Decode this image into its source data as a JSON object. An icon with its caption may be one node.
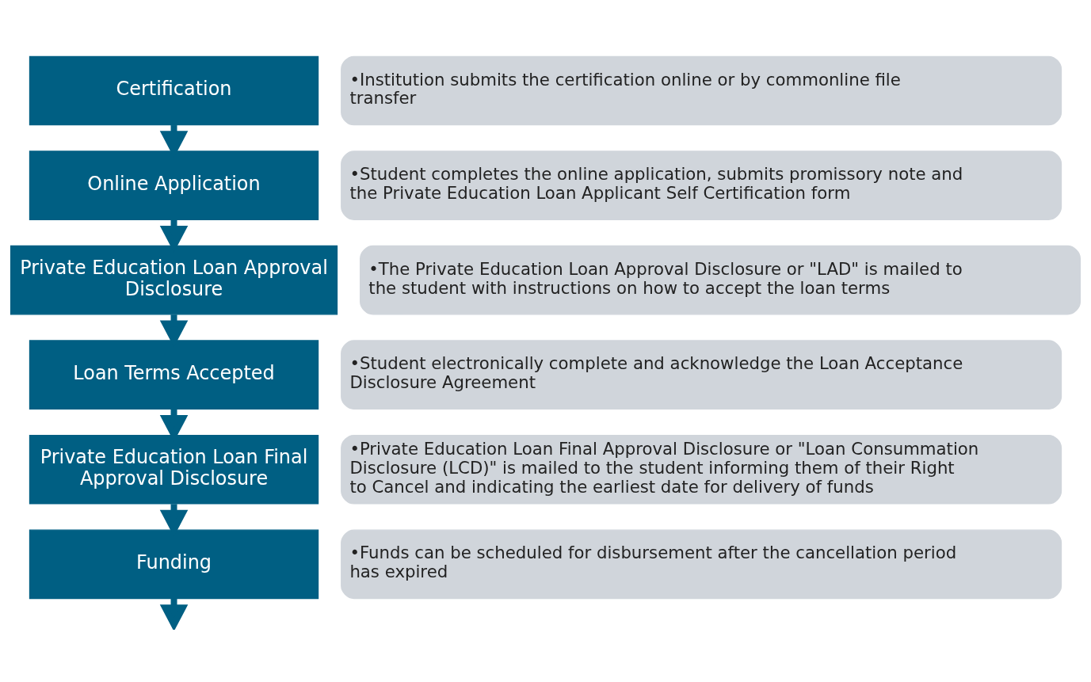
{
  "diagram": {
    "nodes": [
      {
        "text": [
          "Certification"
        ]
      },
      {
        "text": [
          "•Institution submits the certification online or by commonline file transfer"
        ]
      },
      {
        "text": [
          "Online Application"
        ]
      },
      {
        "text": [
          "•Student completes the online application, submits promissory note and the Private Education Loan Applicant Self Certification form"
        ]
      },
      {
        "text": [
          "Private Education Loan Approval Disclosure"
        ]
      },
      {
        "text": [
          "•The Private Education Loan Approval Disclosure or \"LAD\" is mailed to the student with instructions on how to accept the loan terms"
        ]
      },
      {
        "text": [
          "Loan Terms Accepted"
        ]
      },
      {
        "text": [
          "•Student electronically complete and acknowledge the Loan Acceptance Disclosure Agreement"
        ]
      },
      {
        "text": [
          "Private Education Loan Final Approval Disclosure"
        ]
      },
      {
        "text": [
          "•Private Education Loan Final Approval Disclosure or \"Loan Consummation Disclosure (LCD)\" is mailed to the student informing them of their Right to Cancel and indicating the earliest date for delivery of funds"
        ]
      },
      {
        "text": [
          "Funding"
        ]
      },
      {
        "text": [
          "•Funds can be scheduled for disbursement after the cancellation period has expired"
        ]
      }
    ],
    "edges": [
      {
        "from": 0,
        "to": 2,
        "arrow": "to"
      },
      {
        "from": 2,
        "to": 4,
        "arrow": "to"
      },
      {
        "from": 4,
        "to": 6,
        "arrow": "to"
      },
      {
        "from": 6,
        "to": 8,
        "arrow": "to"
      },
      {
        "from": 8,
        "to": 10,
        "arrow": "to"
      },
      {
        "from": 10,
        "to": null,
        "arrow": "to"
      }
    ]
  }
}
